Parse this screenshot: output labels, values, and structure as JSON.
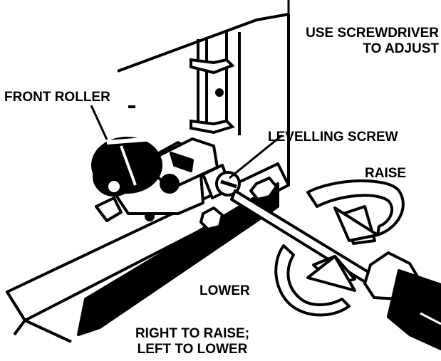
{
  "labels": {
    "use_screwdriver_line1": "USE SCREWDRIVER",
    "use_screwdriver_line2": "TO ADJUST",
    "front_roller": "FRONT ROLLER",
    "levelling_screw": "LEVELLING SCREW",
    "raise": "RAISE",
    "lower": "LOWER",
    "instruction_line1": "RIGHT TO RAISE;",
    "instruction_line2": "LEFT TO LOWER"
  },
  "colors": {
    "ink": "#000000",
    "paper": "#ffffff"
  }
}
